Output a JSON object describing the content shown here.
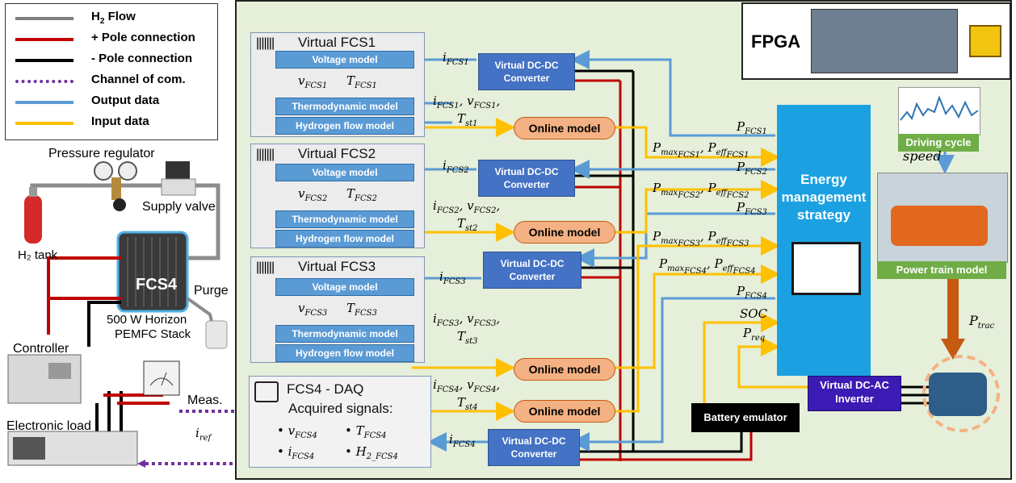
{
  "legend": {
    "items": [
      {
        "label": "H₂ Flow",
        "color": "#7f7f7f"
      },
      {
        "label": "+ Pole connection",
        "color": "#c00000"
      },
      {
        "label": "- Pole connection",
        "color": "#000000"
      },
      {
        "label": "Channel of com.",
        "color": "#7030a0"
      },
      {
        "label": "Output data",
        "color": "#5b9bd5"
      },
      {
        "label": "Input data",
        "color": "#ffc000"
      }
    ]
  },
  "hardware": {
    "pressure_regulator": "Pressure regulator",
    "supply_valve": "Supply valve",
    "h2_tank": "H₂ tank",
    "fcs4": "FCS4",
    "purge": "Purge",
    "controller": "Controller",
    "stack_line1": "500 W Horizon",
    "stack_line2": "PEMFC Stack",
    "electronic_load": "Electronic load",
    "meas": "Meas.",
    "iref": "i",
    "iref_sub": "ref"
  },
  "fcs": [
    {
      "title": "Virtual FCS1",
      "n": "1"
    },
    {
      "title": "Virtual FCS2",
      "n": "2"
    },
    {
      "title": "Virtual FCS3",
      "n": "3"
    }
  ],
  "models": {
    "voltage": "Voltage model",
    "thermo": "Thermodynamic model",
    "hydrogen": "Hydrogen flow model"
  },
  "converter": {
    "line1": "Virtual DC-DC",
    "line2": "Converter"
  },
  "online_model": "Online model",
  "daq": {
    "title": "FCS4 - DAQ",
    "acquired": "Acquired signals:"
  },
  "ems": {
    "line1": "Energy",
    "line2": "management",
    "line3": "strategy"
  },
  "fpga": {
    "label": "FPGA"
  },
  "driving_cycle": "Driving cycle",
  "speed": "speed",
  "power_train": "Power train model",
  "battery": "Battery emulator",
  "inverter": {
    "line1": "Virtual DC-AC",
    "line2": "Inverter"
  },
  "signals": {
    "ems_in": [
      "SOC"
    ],
    "p_trac": "trac",
    "p_req": "req"
  },
  "colors": {
    "panel_bg": "#e5efd9",
    "output": "#5b9bd5",
    "input": "#ffc000",
    "positive": "#c00000",
    "negative": "#000000",
    "ems": "#1ba1e2"
  }
}
